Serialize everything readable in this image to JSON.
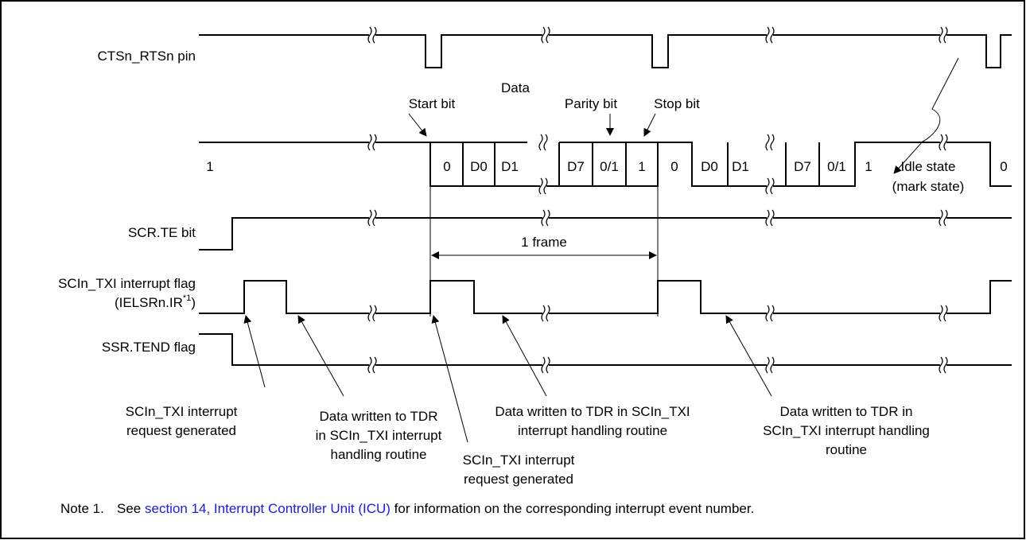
{
  "signals": {
    "cts": "CTSn_RTSn pin",
    "scr_te": "SCR.TE bit",
    "txi_flag": "SCIn_TXI interrupt flag",
    "ielsr_prefix": "(IELSRn.IR",
    "ielsr_sup": "*1",
    "ielsr_suffix": ")",
    "tend": "SSR.TEND flag"
  },
  "frame_labels": {
    "data": "Data",
    "start_bit": "Start bit",
    "parity_bit": "Parity bit",
    "stop_bit": "Stop bit",
    "one_frame": "1 frame"
  },
  "bits": {
    "idle_one": "1",
    "f1": [
      "0",
      "D0",
      "D1",
      "D7",
      "0/1",
      "1"
    ],
    "f2": [
      "0",
      "D0",
      "D1",
      "D7",
      "0/1",
      "1"
    ],
    "idle_state": "Idle state",
    "mark_state": "(mark state)",
    "final_zero": "0"
  },
  "annotations": {
    "txi_req_1": [
      "SCIn_TXI interrupt",
      "request generated"
    ],
    "tdr_1": [
      "Data written to TDR",
      "in SCIn_TXI interrupt",
      "handling routine"
    ],
    "txi_req_2": [
      "SCIn_TXI interrupt",
      "request generated"
    ],
    "tdr_2": [
      "Data written to TDR in SCIn_TXI",
      "interrupt handling routine"
    ],
    "tdr_3": [
      "Data written to TDR in",
      "SCIn_TXI interrupt handling",
      "routine"
    ]
  },
  "note": {
    "label": "Note 1.",
    "see": "See",
    "link": "section 14, Interrupt Controller Unit (ICU)",
    "rest": "for information on the corresponding interrupt event number."
  },
  "colors": {
    "link": "#1a1ae6",
    "line": "#000000",
    "background": "#ffffff"
  }
}
